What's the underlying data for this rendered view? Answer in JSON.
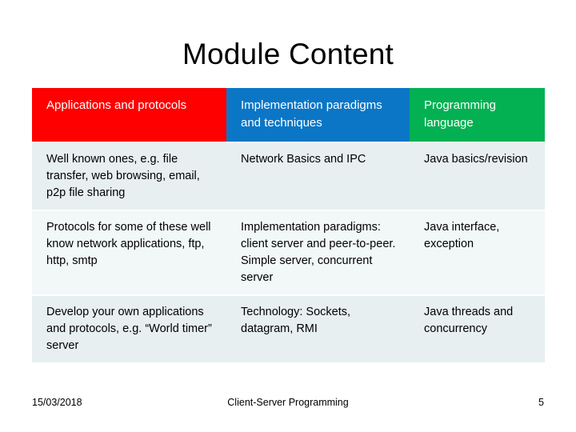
{
  "slide": {
    "title": "Module Content"
  },
  "table": {
    "headers": [
      {
        "label": "Applications and protocols",
        "color": "#fe0000"
      },
      {
        "label": "Implementation paradigms and techniques",
        "color": "#0b76c6"
      },
      {
        "label": "Programming language",
        "color": "#04b152"
      }
    ],
    "rows": [
      {
        "cells": [
          "Well known ones, e.g. file transfer, web browsing, email, p2p file sharing",
          "Network Basics and IPC",
          "Java basics/revision"
        ]
      },
      {
        "cells": [
          "Protocols for some of these well know network applications, ftp, http, smtp",
          "Implementation paradigms: client server and peer-to-peer.\nSimple server, concurrent server",
          "Java interface, exception"
        ]
      },
      {
        "cells": [
          "Develop your own applications and protocols, e.g. “World timer” server",
          "Technology: Sockets, datagram, RMI",
          "Java threads and concurrency"
        ]
      }
    ],
    "row_shades": [
      "#e7eff0",
      "#f2f7f8",
      "#e7eff0"
    ]
  },
  "footer": {
    "date": "15/03/2018",
    "center": "Client-Server Programming",
    "page_number": "5"
  }
}
